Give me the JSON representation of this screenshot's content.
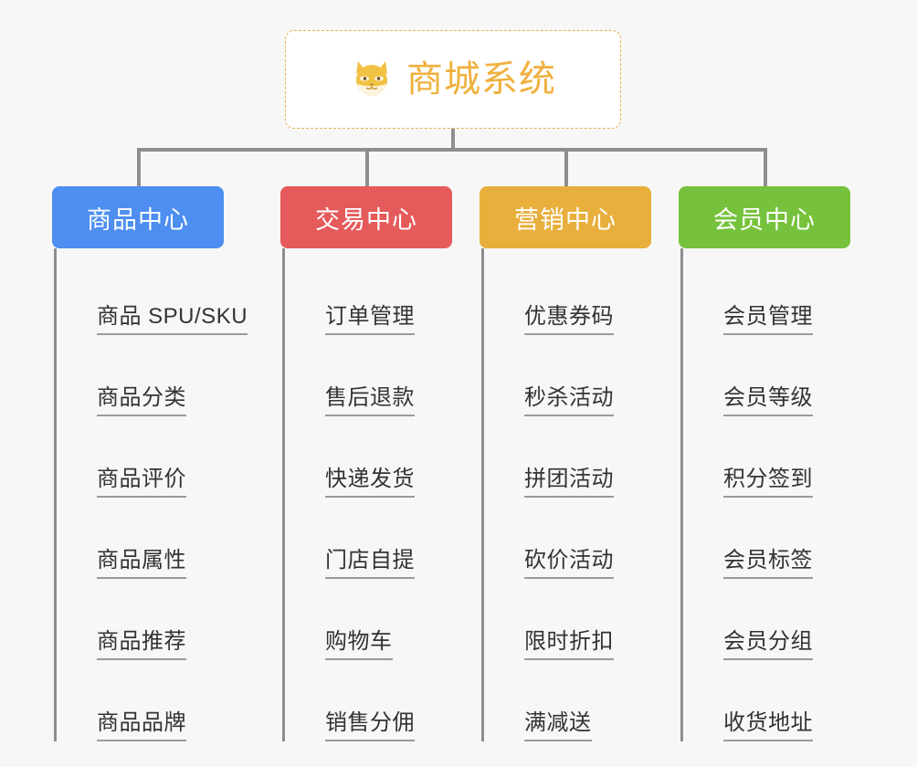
{
  "root": {
    "title": "商城系统",
    "icon": "shiba-dog-icon",
    "border_color": "#e8b153",
    "text_color": "#f0b03e"
  },
  "canvas": {
    "background": "#f7f7f7",
    "connector_color": "#8e8e8e"
  },
  "columns": [
    {
      "title": "商品中心",
      "color": "#4d8ef0",
      "items": [
        "商品 SPU/SKU",
        "商品分类",
        "商品评价",
        "商品属性",
        "商品推荐",
        "商品品牌"
      ]
    },
    {
      "title": "交易中心",
      "color": "#e55a5a",
      "items": [
        "订单管理",
        "售后退款",
        "快递发货",
        "门店自提",
        "购物车",
        "销售分佣"
      ]
    },
    {
      "title": "营销中心",
      "color": "#e8af3c",
      "items": [
        "优惠券码",
        "秒杀活动",
        "拼团活动",
        "砍价活动",
        "限时折扣",
        "满减送"
      ]
    },
    {
      "title": "会员中心",
      "color": "#76c23c",
      "items": [
        "会员管理",
        "会员等级",
        "积分签到",
        "会员标签",
        "会员分组",
        "收货地址"
      ]
    }
  ]
}
